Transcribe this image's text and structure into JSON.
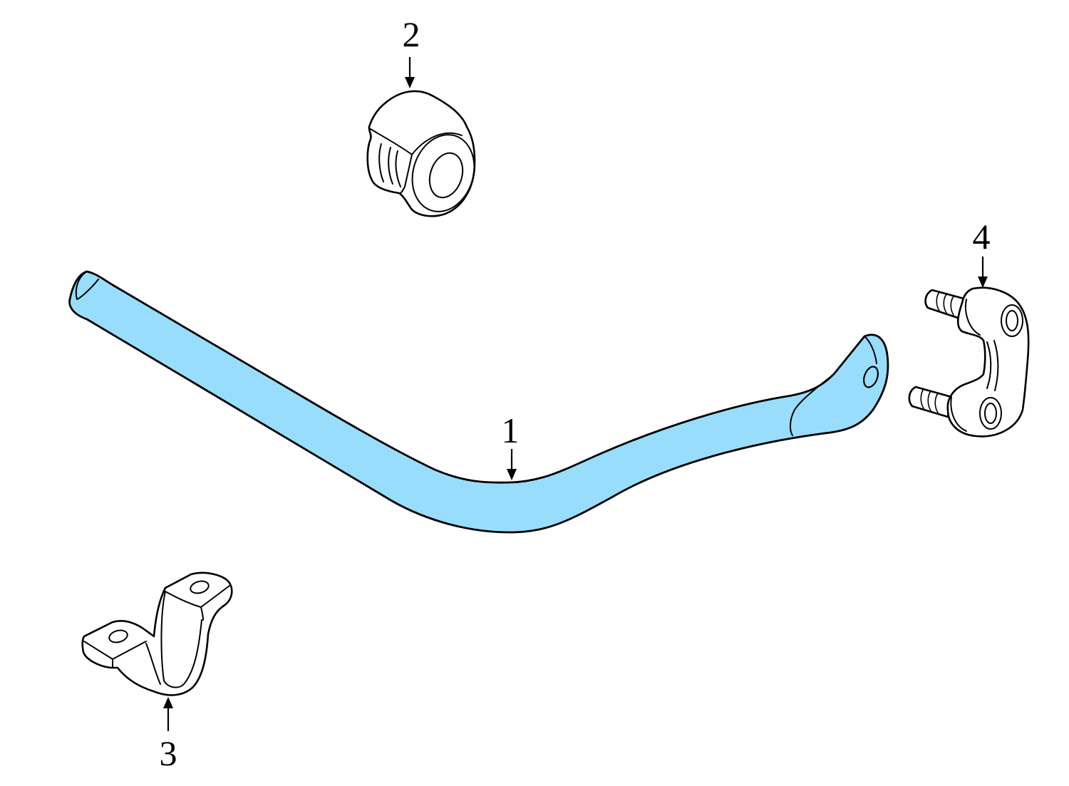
{
  "callouts": {
    "part_1": "1",
    "part_2": "2",
    "part_3": "3",
    "part_4": "4"
  },
  "colors": {
    "highlight": "#99DDFC",
    "outline": "#000000",
    "background": "#FFFFFF"
  }
}
